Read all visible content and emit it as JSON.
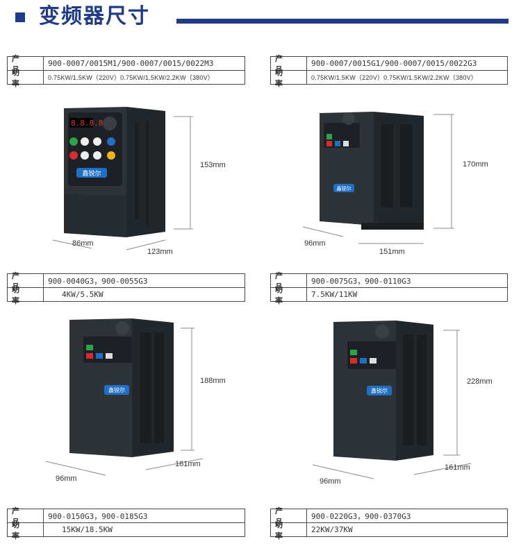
{
  "header": {
    "title": "变频器尺寸"
  },
  "labels": {
    "product": "产 品",
    "power": "功 率"
  },
  "colors": {
    "accent": "#1f3b87",
    "device_body": "#2e3337",
    "device_dark": "#1d2125",
    "logo_blue": "#1f6fc4"
  },
  "brand": "鑫锐尔",
  "specs": [
    {
      "model": "900-0007/0015M1/900-0007/0015/0022M3",
      "power": "0.75KW/1.5KW（220V）0.75KW/1.5KW/2.2KW（380V）"
    },
    {
      "model": "900-0007/0015G1/900-0007/0015/0022G3",
      "power": "0.75KW/1.5KW（220V）0.75KW/1.5KW/2.2KW（380V）"
    },
    {
      "model": "900-0040G3，900-0055G3",
      "power": "4KW/5.5KW"
    },
    {
      "model": "900-0075G3，900-0110G3",
      "power": "7.5KW/11KW"
    },
    {
      "model": "900-0150G3，900-0185G3",
      "power": "15KW/18.5KW"
    },
    {
      "model": "900-0220G3，900-0370G3",
      "power": "22KW/37KW"
    }
  ],
  "dims": [
    {
      "height": "153mm",
      "width": "86mm",
      "depth": "123mm"
    },
    {
      "height": "170mm",
      "width": "96mm",
      "depth": "151mm"
    },
    {
      "height": "188mm",
      "width": "96mm",
      "depth": "161mm"
    },
    {
      "height": "228mm",
      "width": "96mm",
      "depth": "161mm"
    }
  ]
}
